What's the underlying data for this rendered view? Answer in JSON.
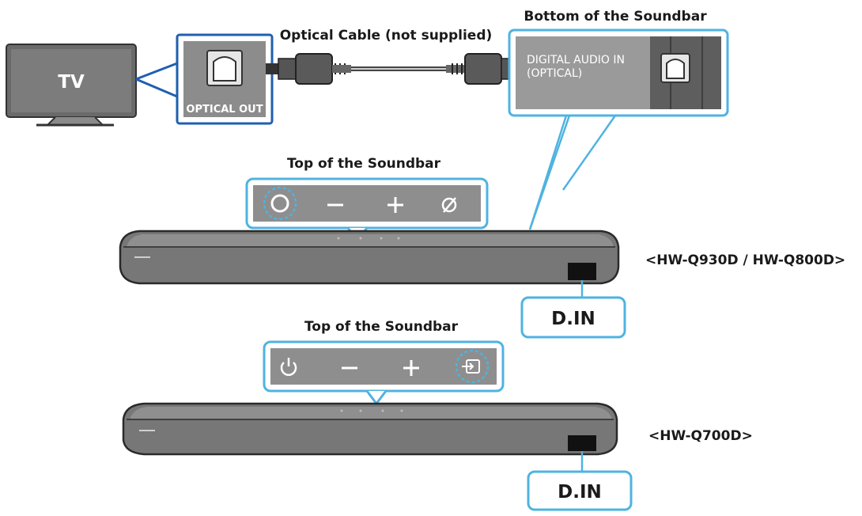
{
  "tv": {
    "label": "TV"
  },
  "tv_port": {
    "label": "OPTICAL OUT"
  },
  "cable": {
    "label": "Optical Cable (not supplied)"
  },
  "bottom_panel": {
    "title": "Bottom of the Soundbar",
    "port_label_line1": "DIGITAL AUDIO IN",
    "port_label_line2": "(OPTICAL)"
  },
  "soundbar_1": {
    "top_title": "Top of the Soundbar",
    "model": "<HW-Q930D / HW-Q800D>",
    "din_label": "D.IN",
    "buttons": [
      "multi-function-button",
      "volume-down-button",
      "volume-up-button",
      "mic-mute-button"
    ]
  },
  "soundbar_2": {
    "top_title": "Top of the Soundbar",
    "model": "<HW-Q700D>",
    "din_label": "D.IN",
    "buttons": [
      "power-button",
      "volume-down-button",
      "volume-up-button",
      "source-button"
    ]
  },
  "colors": {
    "callout": "#4fb3e0",
    "tv_highlight": "#1f5fb0",
    "panel": "#8a8a8a",
    "soundbar": "#6f6f6f"
  }
}
